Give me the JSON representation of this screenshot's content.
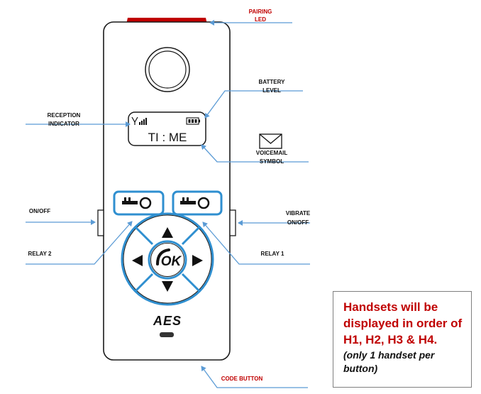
{
  "labels": {
    "pairing_led_1": "PAIRING",
    "pairing_led_2": "LED",
    "battery_level_1": "BATTERY",
    "battery_level_2": "LEVEL",
    "reception_indicator_1": "RECEPTION",
    "reception_indicator_2": "INDICATOR",
    "voicemail_symbol_1": "VOICEMAIL",
    "voicemail_symbol_2": "SYMBOL",
    "on_off": "ON/OFF",
    "vibrate_on_off_1": "VIBRATE",
    "vibrate_on_off_2": "ON/OFF",
    "relay_2": "RELAY 2",
    "relay_1": "RELAY 1",
    "code_button": "CODE BUTTON"
  },
  "device": {
    "screen_text": "TI : ME",
    "ok_text": "OK",
    "brand": "AES"
  },
  "note": {
    "main": "Handsets will be displayed in order of H1, H2, H3 & H4.",
    "sub": "(only 1 handset per button)"
  },
  "colors": {
    "pointer": "#5b9bd5",
    "accent_blue": "#2f8fd0",
    "led_red": "#c00000",
    "label_red": "#c00000"
  }
}
